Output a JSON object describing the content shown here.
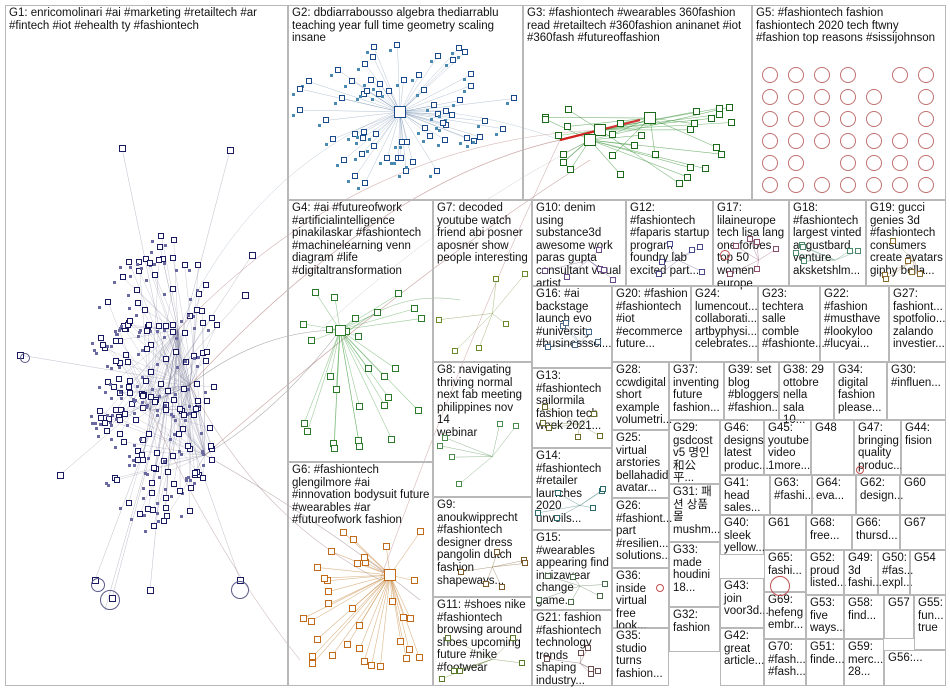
{
  "groups": [
    {
      "id": "g1",
      "text": "G1: enricomolinari #ai #marketing #retailtech #ar\n#fintech #iot #ehealth ty #fashiontech"
    },
    {
      "id": "g2",
      "text": "G2: dbdiarrabousso algebra thediarrablu\nteaching year full time geometry scaling\ninsane"
    },
    {
      "id": "g3",
      "text": "G3: #fashiontech #wearables 360fashion\nread #retailtech #360fashion aninanet #iot\n#360fash #futureoffashion"
    },
    {
      "id": "g5",
      "text": "G5: #fashiontech fashion\nfashiontech 2020 tech ftwny\n#fashion top reasons #sissijohnson"
    },
    {
      "id": "g4",
      "text": "G4: #ai #futureofwork\n#artificialintelligence\npinakilaskar #fashiontech\n#machinelearning venn\ndiagram #life\n#digitaltransformation"
    },
    {
      "id": "g7",
      "text": "G7: decoded\nyoutube watch\nfriend abi posner\naposner show\npeople interesting"
    },
    {
      "id": "g10",
      "text": "G10: denim using\nsubstance3d\nawesome work\nparas gupta\nconsultant visual\nartist"
    },
    {
      "id": "g12",
      "text": "G12:\n#fashiontech\n#faparis startup\nprogram\nfoundry lab\nexcited part..."
    },
    {
      "id": "g17",
      "text": "G17:\nlilaineurope\ntech lisa lang\none forbes\ntop 50 women\neurope"
    },
    {
      "id": "g18",
      "text": "G18:\n#fashiontech\nlargest vinted\naugustbard\nventure\naksketshlm..."
    },
    {
      "id": "g19",
      "text": "G19: gucci\ngenies 3d\n#fashiontech\nconsumers\ncreate avatars\ngiphy bella..."
    },
    {
      "id": "g16",
      "text": "G16: #ai\nbackstage\nlaunch evo\n#university\n#businesssci..."
    },
    {
      "id": "g20",
      "text": "G20: #fashion\n#fashiontech\n#iot\n#ecommerce\nfuture..."
    },
    {
      "id": "g24",
      "text": "G24:\nlumencout...\ncollaborati...\nartbyphysi...\ncelebrates..."
    },
    {
      "id": "g23",
      "text": "G23:\ntechtera\nsalle\ncomble\n#fashionte..."
    },
    {
      "id": "g22",
      "text": "G22:\n#fashion\n#musthave\n#lookyloo\n#lucyai..."
    },
    {
      "id": "g27",
      "text": "G27:\nfashiont...\nspotfolio...\nzalando\ninvestier..."
    },
    {
      "id": "g8",
      "text": "G8: navigating\nthriving normal\nnext fab meeting\nphilippines nov 14\nwebinar"
    },
    {
      "id": "g13",
      "text": "G13:\n#fashiontech\nsailormila\nfashion tech\nweek 2021..."
    },
    {
      "id": "g28",
      "text": "G28:\nccwdigital\nshort\nexample\nvolumetri..."
    },
    {
      "id": "g37",
      "text": "G37:\ninventing\nfuture\nfashion..."
    },
    {
      "id": "g39",
      "text": "G39: set\nblog\n#bloggers\n#fashion..."
    },
    {
      "id": "g38",
      "text": "G38: 29\nottobre\nnella sala\n10..."
    },
    {
      "id": "g34",
      "text": "G34:\ndigital\nfashion\nplease..."
    },
    {
      "id": "g30",
      "text": "G30:\n#influen..."
    },
    {
      "id": "g25",
      "text": "G25:\nvirtual\narstories\nbellahadid\navatar..."
    },
    {
      "id": "g29",
      "text": "G29:\ngsdcost\nv5 명인\n和公平..."
    },
    {
      "id": "g46",
      "text": "G46:\ndesigns\nlatest\nproduc..."
    },
    {
      "id": "g45",
      "text": "G45:\nyoutube\nvideo\n1more..."
    },
    {
      "id": "g48",
      "text": "G48"
    },
    {
      "id": "g47",
      "text": "G47:\nbringing\nquality\nproduc..."
    },
    {
      "id": "g44",
      "text": "G44:\nfision"
    },
    {
      "id": "g14",
      "text": "G14:\n#fashiontech\n#retailer\nlaunches 2020\nunveils..."
    },
    {
      "id": "g41",
      "text": "G41:\nhead\nsales..."
    },
    {
      "id": "g63",
      "text": "G63:\n#fashi..."
    },
    {
      "id": "g64",
      "text": "G64:\neva..."
    },
    {
      "id": "g62",
      "text": "G62:\ndesign..."
    },
    {
      "id": "g60",
      "text": "G60"
    },
    {
      "id": "g6",
      "text": "G6: #fashiontech\nglengilmore #ai\n#innovation bodysuit future\n#wearables #ar\n#futureofwork fashion"
    },
    {
      "id": "g9",
      "text": "G9:\nanoukwipprecht\n#fashiontech\ndesigner dress\npangolin dutch\nfashion\nshapeways..."
    },
    {
      "id": "g26",
      "text": "G26:\n#fashiont...\npart\n#resilien...\nsolutions..."
    },
    {
      "id": "g31",
      "text": "G31: 패\n션 상품\n몰\nmushm..."
    },
    {
      "id": "g40",
      "text": "G40:\nsleek\nyellow..."
    },
    {
      "id": "g61",
      "text": "G61"
    },
    {
      "id": "g68",
      "text": "G68:\nfree..."
    },
    {
      "id": "g66",
      "text": "G66:\nthursd..."
    },
    {
      "id": "g67",
      "text": "G67"
    },
    {
      "id": "g15",
      "text": "G15:\n#wearables\nappearing find\ninvizawear\nchange game..."
    },
    {
      "id": "g36",
      "text": "G36:\ninside\nvirtual free\nlook..."
    },
    {
      "id": "g33",
      "text": "G33:\nmade\nhoudini\n18..."
    },
    {
      "id": "g65",
      "text": "G65:\nfashi..."
    },
    {
      "id": "g52",
      "text": "G52:\nproud\nlisted..."
    },
    {
      "id": "g49",
      "text": "G49:\n3d\nfashi..."
    },
    {
      "id": "g50",
      "text": "G50:\n#fas...\nexpl..."
    },
    {
      "id": "g54",
      "text": "G54"
    },
    {
      "id": "g43",
      "text": "G43:\njoin\nvoor3d..."
    },
    {
      "id": "g69",
      "text": "G69:\nhefeng\nembr..."
    },
    {
      "id": "g53",
      "text": "G53:\nfive\nways..."
    },
    {
      "id": "g58",
      "text": "G58:\nfind..."
    },
    {
      "id": "g57",
      "text": "G57"
    },
    {
      "id": "g55",
      "text": "G55:\nfun...\ntrue"
    },
    {
      "id": "g11",
      "text": "G11: #shoes nike\n#fashiontech\nbrowsing around\nshoes upcoming\nfuture #nike\n#footwear"
    },
    {
      "id": "g21",
      "text": "G21: fashion\n#fashiontech\ntechnology\ntrends shaping\nindustry..."
    },
    {
      "id": "g35",
      "text": "G35:\nstudio\nturns\nfashion..."
    },
    {
      "id": "g32",
      "text": "G32:\nfashion"
    },
    {
      "id": "g42",
      "text": "G42:\ngreat\narticle..."
    },
    {
      "id": "g70",
      "text": "G70:\n#fash...\n#fash..."
    },
    {
      "id": "g51",
      "text": "G51:\nfinde..."
    },
    {
      "id": "g59",
      "text": "G59:\nmerc...\n28..."
    },
    {
      "id": "g56",
      "text": "G56:..."
    }
  ]
}
